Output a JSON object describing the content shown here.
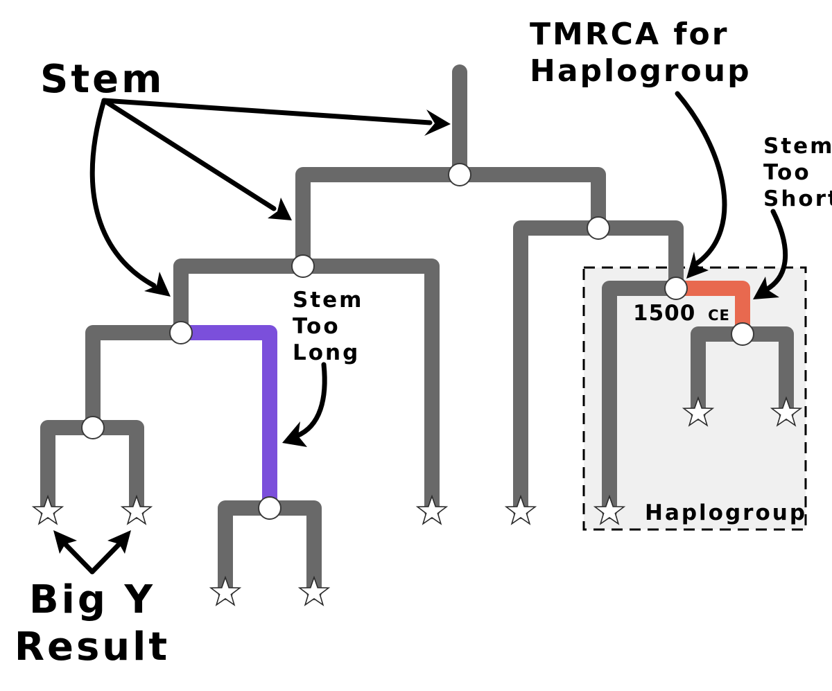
{
  "labels": {
    "stem": "Stem",
    "tmrca_line1": "TMRCA for",
    "tmrca_line2": "Haplogroup",
    "stem_too_short_line1": "Stem",
    "stem_too_short_line2": "Too",
    "stem_too_short_line3": "Short",
    "stem_too_long_line1": "Stem",
    "stem_too_long_line2": "Too",
    "stem_too_long_line3": "Long",
    "date_value": "1500",
    "date_era": "CE",
    "haplogroup": "Haplogroup",
    "big_y_line1": "Big Y",
    "big_y_line2": "Result"
  },
  "colors": {
    "branch": "#696969",
    "stem_too_long": "#7b4fdb",
    "stem_too_short": "#e8694f",
    "haplogroup_box": "#f0f0f0"
  }
}
